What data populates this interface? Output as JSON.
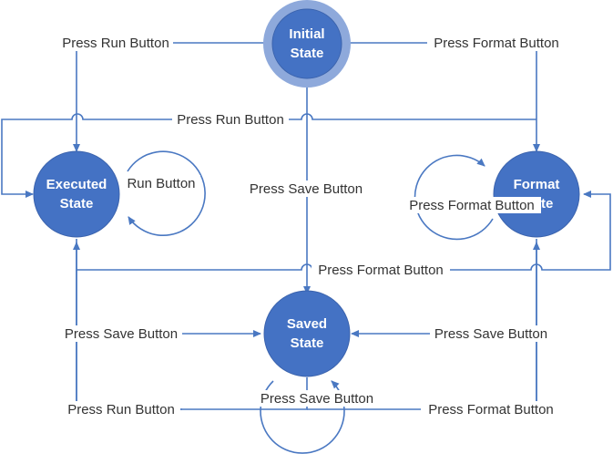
{
  "nodes": {
    "initial": {
      "line1": "Initial",
      "line2": "State"
    },
    "executed": {
      "line1": "Executed",
      "line2": "State"
    },
    "format": {
      "line1": "Format",
      "line2": "State"
    },
    "saved": {
      "line1": "Saved",
      "line2": "State"
    }
  },
  "edges": {
    "initial_to_executed": "Press Run Button",
    "initial_to_format": "Press Format Button",
    "format_to_executed": "Press Run Button",
    "initial_to_saved": "Press Save Button",
    "executed_self": "Run Button",
    "format_self": "Press Format Button",
    "executed_to_format": "Press Format Button",
    "executed_to_saved": "Press Save Button",
    "format_to_saved": "Press Save Button",
    "saved_self": "Press Save Button",
    "saved_to_executed": "Press Run Button",
    "saved_to_format": "Press Format Button"
  },
  "colors": {
    "node": "#4472c4",
    "ring": "#8ea9db",
    "edge": "#4a78c2"
  }
}
